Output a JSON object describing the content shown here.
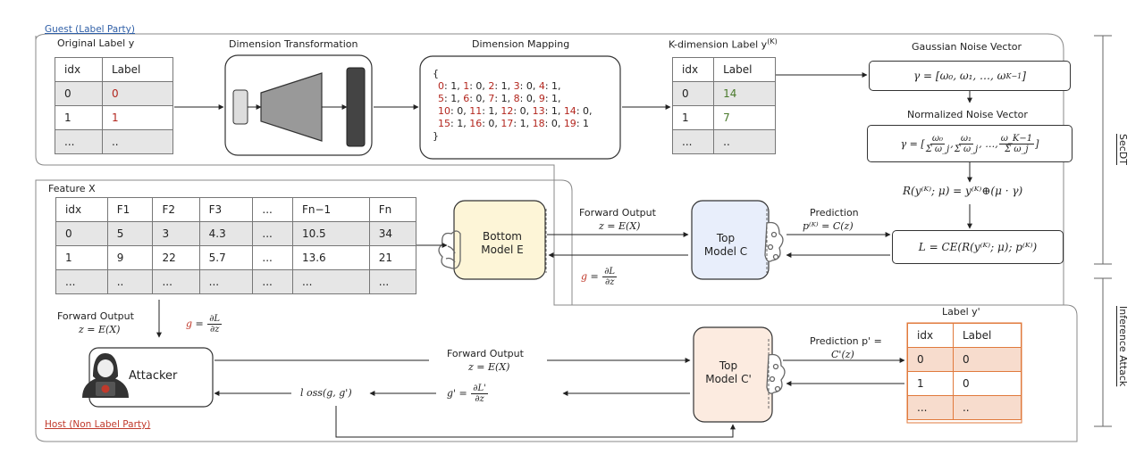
{
  "regions": {
    "guest_label": "Guest (Label Party)",
    "host_label": "Host (Non Label Party)",
    "secdt_label": "SecDT",
    "inference_label": "Inference Attack"
  },
  "original_label": {
    "title": "Original Label y",
    "headers": [
      "idx",
      "Label"
    ],
    "rows": [
      [
        "0",
        "0"
      ],
      [
        "1",
        "1"
      ],
      [
        "...",
        ".."
      ]
    ]
  },
  "dimension_transformation": {
    "title": "Dimension Transformation"
  },
  "dimension_mapping": {
    "title": "Dimension Mapping",
    "open_brace": "{",
    "close_brace": "}",
    "lines": [
      [
        [
          "0",
          "1"
        ],
        [
          "1",
          "0"
        ],
        [
          "2",
          "1"
        ],
        [
          "3",
          "0"
        ],
        [
          "4",
          "1"
        ]
      ],
      [
        [
          "5",
          "1"
        ],
        [
          "6",
          "0"
        ],
        [
          "7",
          "1"
        ],
        [
          "8",
          "0"
        ],
        [
          "9",
          "1"
        ]
      ],
      [
        [
          "10",
          "0"
        ],
        [
          "11",
          "1"
        ],
        [
          "12",
          "0"
        ],
        [
          "13",
          "1"
        ],
        [
          "14",
          "0"
        ]
      ],
      [
        [
          "15",
          "1"
        ],
        [
          "16",
          "0"
        ],
        [
          "17",
          "1"
        ],
        [
          "18",
          "0"
        ],
        [
          "19",
          "1"
        ]
      ]
    ]
  },
  "k_label": {
    "title": "K-dimension Label y",
    "title_sup": "(K)",
    "headers": [
      "idx",
      "Label"
    ],
    "rows": [
      [
        "0",
        "14"
      ],
      [
        "1",
        "7"
      ],
      [
        "...",
        ".."
      ]
    ]
  },
  "noise": {
    "gaussian_title": "Gaussian Noise Vector",
    "gaussian_formula": "γ = [ω₀, ω₁, …, ω",
    "gaussian_formula_sub": "K−1",
    "gaussian_formula_end": "]",
    "normalized_title": "Normalized Noise Vector",
    "normalized_prefix": "γ = [",
    "normalized_terms": [
      {
        "num": "ω₀",
        "den": "Σ ω_j"
      },
      {
        "num": "ω₁",
        "den": "Σ ω_j"
      },
      {
        "num": "ω_K−1",
        "den": "Σ ω_j"
      }
    ],
    "normalized_sep": ", …, ",
    "normalized_suffix": "]",
    "sum_sup": "K−1",
    "sum_sub": "j=0",
    "r_formula": "R(y⁽ᴷ⁾; μ) = y⁽ᴷ⁾⊕(μ · γ)",
    "loss_formula": "L = CE(R(y⁽ᴷ⁾; μ); p⁽ᴷ⁾)"
  },
  "feature_table": {
    "title": "Feature X",
    "headers": [
      "idx",
      "F1",
      "F2",
      "F3",
      "...",
      "Fn−1",
      "Fn"
    ],
    "rows": [
      [
        "0",
        "5",
        "3",
        "4.3",
        "...",
        "10.5",
        "34"
      ],
      [
        "1",
        "9",
        "22",
        "5.7",
        "...",
        "13.6",
        "21"
      ],
      [
        "...",
        "..",
        "...",
        "...",
        "...",
        "...",
        "..."
      ]
    ]
  },
  "models": {
    "bottom": [
      "Bottom",
      "Model E"
    ],
    "top": [
      "Top",
      "Model C"
    ],
    "top_attack": [
      "Top",
      "Model C'"
    ],
    "attacker": "Attacker"
  },
  "arrows": {
    "forward_output": "Forward Output",
    "z_eq": "z = E(X)",
    "prediction": "Prediction",
    "p_eq": "p⁽ᴷ⁾ = C(z)",
    "g_eq": "g =",
    "dL": "∂L",
    "dz": "∂z",
    "attacker_forward": "Forward Output",
    "attacker_z": "z = E(X)",
    "g_prime": "g' =",
    "dL_prime": "∂L'",
    "dz_prime": "∂z",
    "loss_gg": "l oss(g, g')",
    "prediction_prime": "Prediction p' =",
    "c_prime": "C'(z)",
    "host_forward": "Forward Output",
    "host_z": "z = E(X)",
    "host_g": "g ="
  },
  "label_prime": {
    "title": "Label y'",
    "headers": [
      "idx",
      "Label"
    ],
    "rows": [
      [
        "0",
        "0"
      ],
      [
        "1",
        "0"
      ],
      [
        "...",
        ".."
      ]
    ]
  },
  "colors": {
    "bottom_fill": "#fdf5d7",
    "top_fill": "#e8eefb",
    "top_attack_fill": "#fcebe0",
    "label_prime_border": "#e07a3c",
    "label_prime_fill": "#f7dccd",
    "red_text": "#b3261e",
    "green_text": "#4a7a2c",
    "host_title": "#c0392b",
    "guest_title": "#2f5fa7"
  }
}
